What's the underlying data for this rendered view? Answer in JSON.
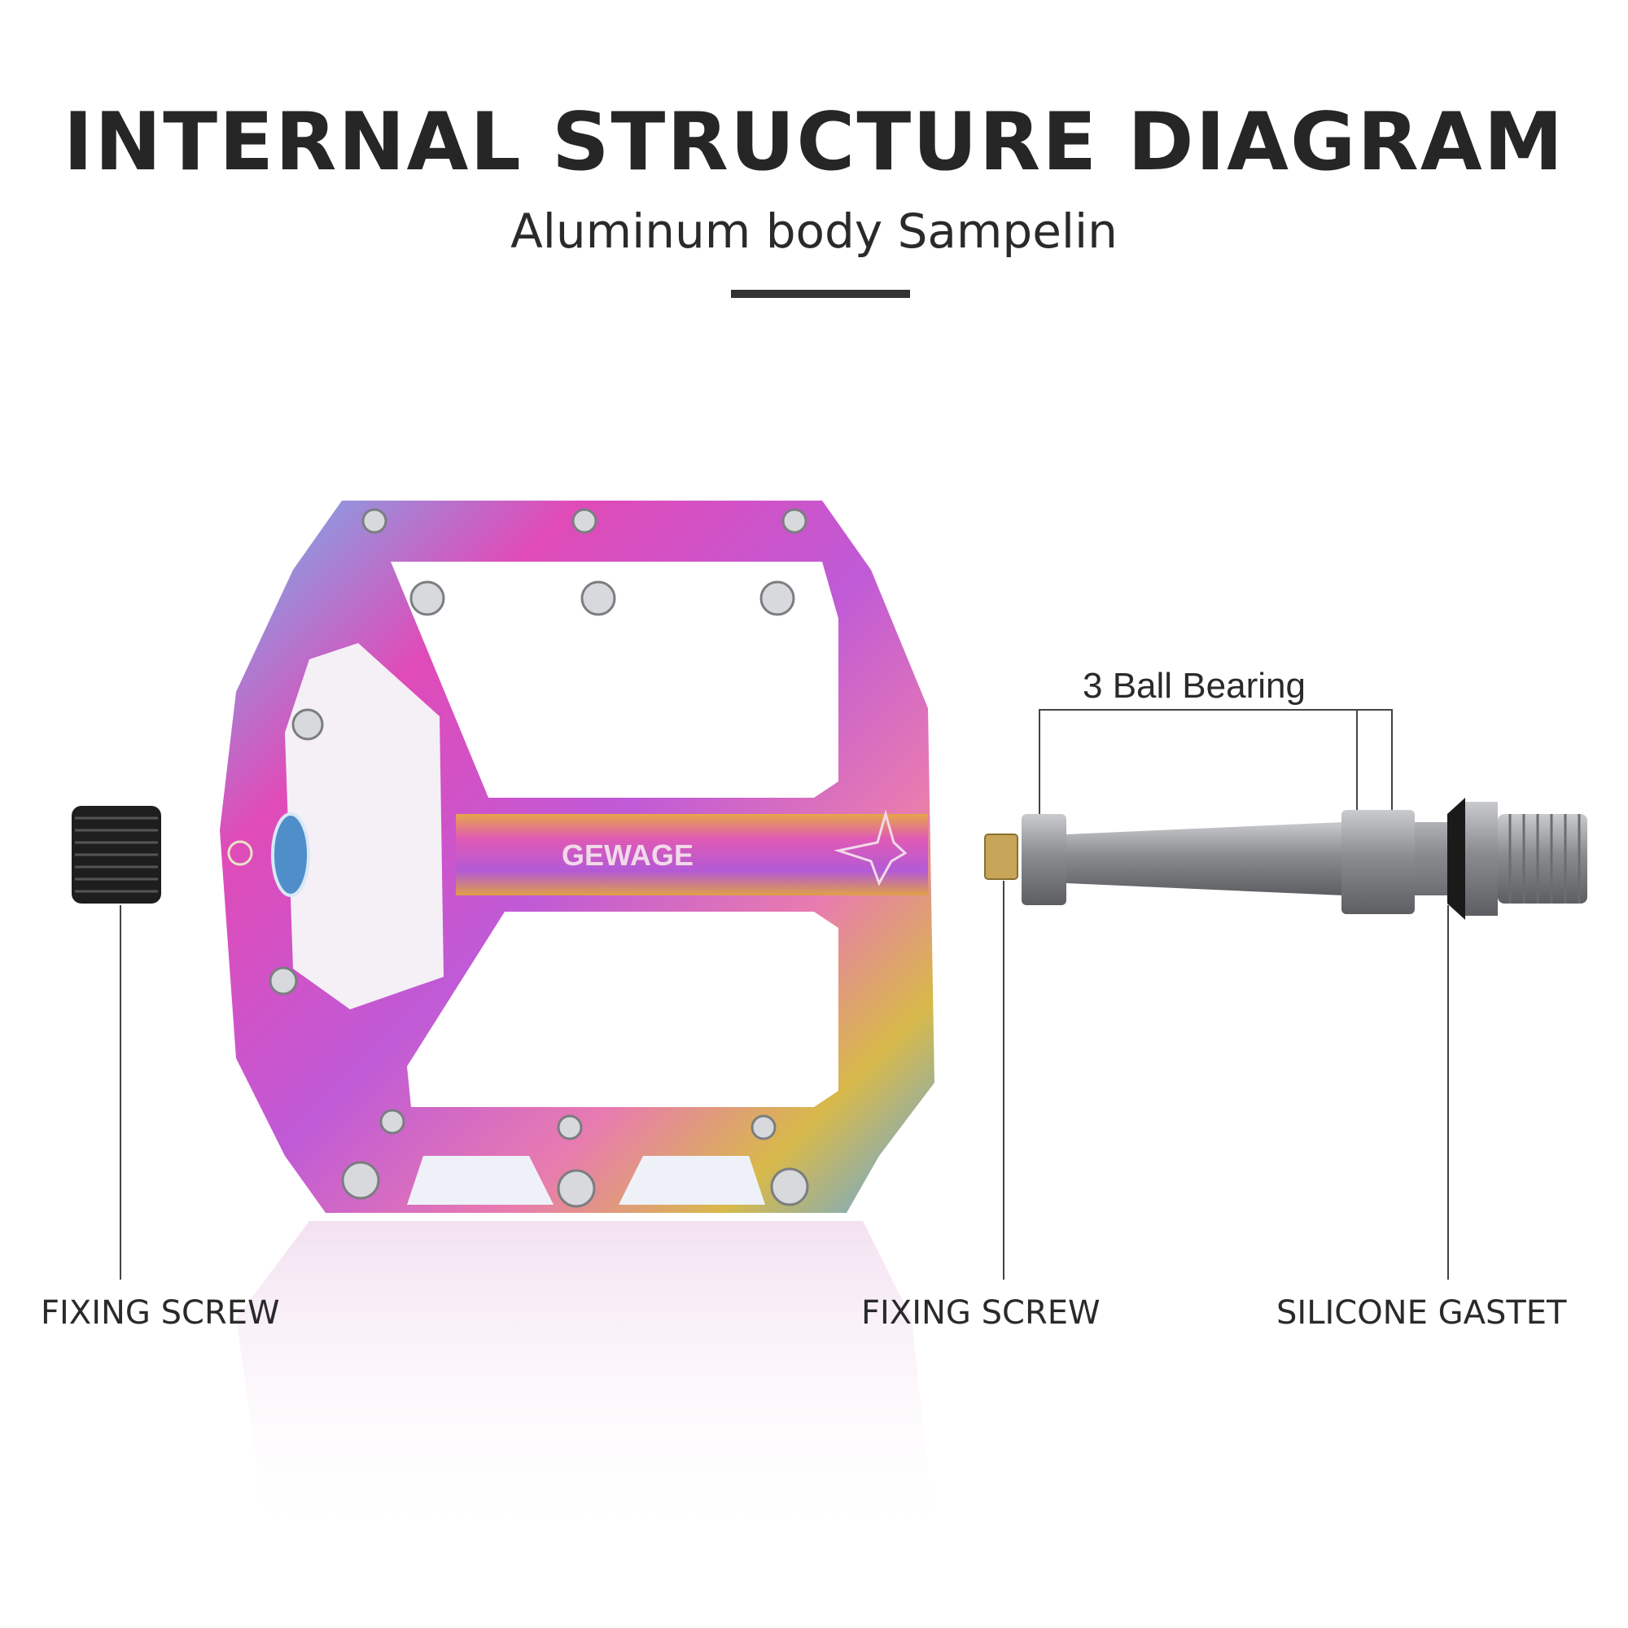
{
  "header": {
    "title": "INTERNAL STRUCTURE DIAGRAM",
    "subtitle": "Aluminum body Sampelin"
  },
  "product": {
    "brand": "GEWAGE"
  },
  "callouts": {
    "bearing": "3 Ball Bearing",
    "left_screw": "FIXING SCREW",
    "mid_screw": "FIXING SCREW",
    "gasket": "SILICONE GASTET"
  },
  "colors": {
    "pedal_pink": "#e04bb8",
    "pedal_blue": "#5fa8e8",
    "pedal_gold": "#d8b94a",
    "spindle_gray": "#8e9094",
    "text_dark": "#262626"
  }
}
